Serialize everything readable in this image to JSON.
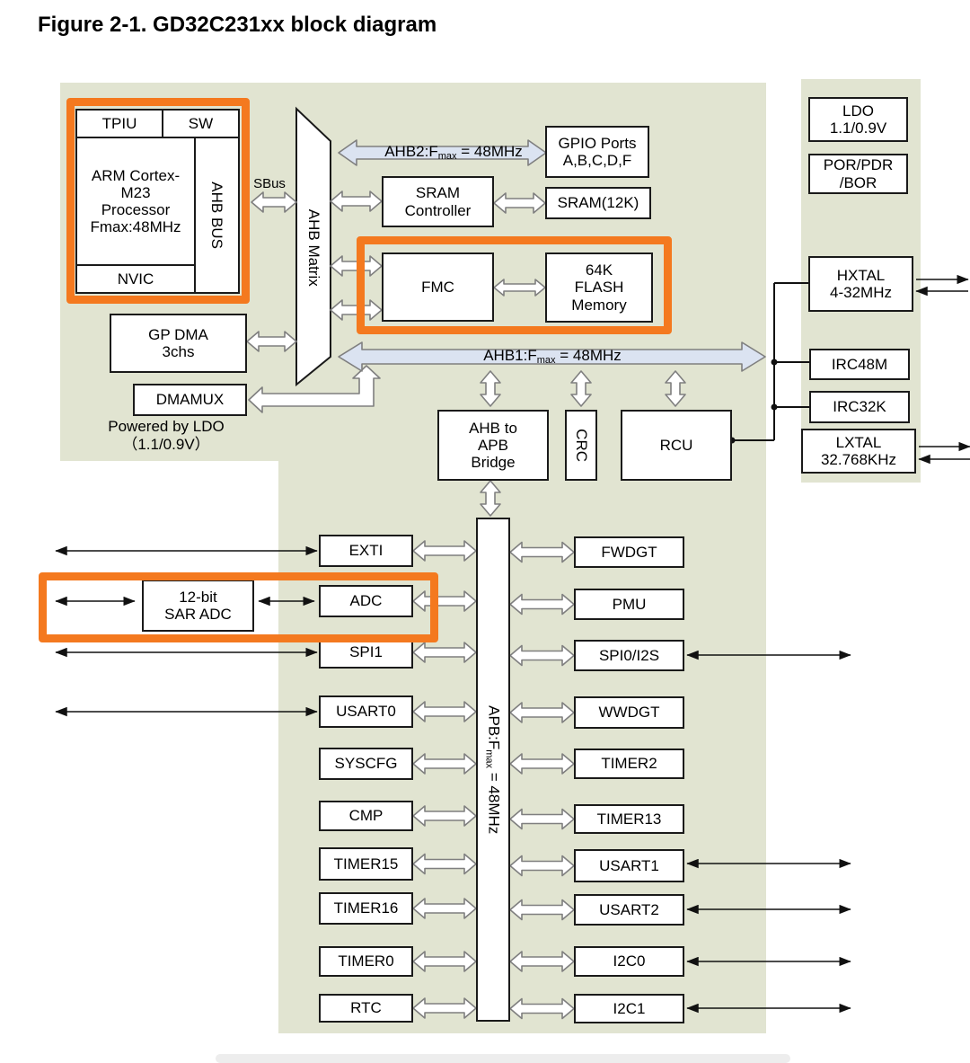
{
  "title": "Figure 2-1. GD32C231xx block diagram",
  "colors": {
    "highlight": "#F4791F",
    "bus_fill": "#DBE3F1",
    "background": "#E1E4D1",
    "box_border": "#1A1A1A"
  },
  "processor": {
    "tpiu": "TPIU",
    "sw": "SW",
    "core": "ARM Cortex-\nM23\nProcessor\nFmax:48MHz",
    "ahb_bus": "AHB BUS",
    "nvic": "NVIC",
    "sbus": "SBus"
  },
  "interconnect": {
    "ahb_matrix": "AHB Matrix",
    "ahb2": {
      "prefix": "AHB2:F",
      "sub": "max",
      "suffix": " = 48MHz"
    },
    "ahb1": {
      "prefix": "AHB1:F",
      "sub": "max",
      "suffix": " = 48MHz"
    },
    "apb": {
      "prefix": "APB:F",
      "sub": "max",
      "suffix": " = 48MHz"
    },
    "bridge": "AHB to\nAPB\nBridge",
    "crc": "CRC",
    "rcu": "RCU"
  },
  "memory": {
    "gpio": "GPIO Ports\nA,B,C,D,F",
    "sram_controller": "SRAM\nController",
    "sram": "SRAM(12K)",
    "fmc": "FMC",
    "flash": "64K\nFLASH\nMemory"
  },
  "dma": {
    "gp_dma": "GP DMA\n3chs",
    "dmamux": "DMAMUX",
    "powered_note": "Powered by LDO\n（1.1/0.9V）"
  },
  "power_clock": {
    "ldo": "LDO\n1.1/0.9V",
    "por": "POR/PDR\n/BOR",
    "hxtal": "HXTAL\n4-32MHz",
    "irc48m": "IRC48M",
    "irc32k": "IRC32K",
    "lxtal": "LXTAL\n32.768KHz"
  },
  "analog": {
    "sar_adc": "12-bit\nSAR ADC"
  },
  "peripherals": {
    "left": [
      "EXTI",
      "ADC",
      "SPI1",
      "USART0",
      "SYSCFG",
      "CMP",
      "TIMER15",
      "TIMER16",
      "TIMER0",
      "RTC"
    ],
    "right": [
      "FWDGT",
      "PMU",
      "SPI0/I2S",
      "WWDGT",
      "TIMER2",
      "TIMER13",
      "USART1",
      "USART2",
      "I2C0",
      "I2C1"
    ]
  }
}
